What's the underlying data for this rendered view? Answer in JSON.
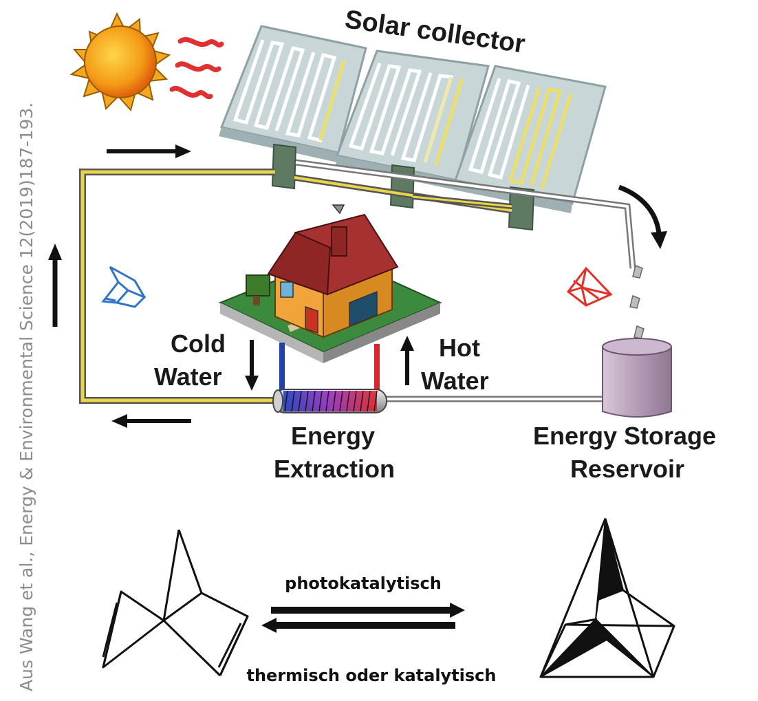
{
  "credit": "Aus Wang et al., Energy & Environmental Science 12(2019)187-193.",
  "labels": {
    "solar_collector": "Solar collector",
    "cold_water_1": "Cold",
    "cold_water_2": "Water",
    "hot_water_1": "Hot",
    "hot_water_2": "Water",
    "energy_extraction_1": "Energy",
    "energy_extraction_2": "Extraction",
    "energy_storage_1": "Energy Storage",
    "energy_storage_2": "Reservoir"
  },
  "reaction": {
    "forward": "photokatalytisch",
    "reverse": "thermisch oder katalytisch"
  },
  "colors": {
    "panel": "#c9d6d8",
    "panel_edge": "#8ea0a3",
    "support": "#5e7a63",
    "pipe_cold": "#e8d64a",
    "sun": "#f39a16",
    "sun_ray": "#e03030",
    "nbd_molecule": "#2f74c9",
    "qc_molecule": "#e3312a",
    "reservoir": "#b7a2b8",
    "house_wall": "#f0a43a",
    "roof": "#8f2626"
  }
}
